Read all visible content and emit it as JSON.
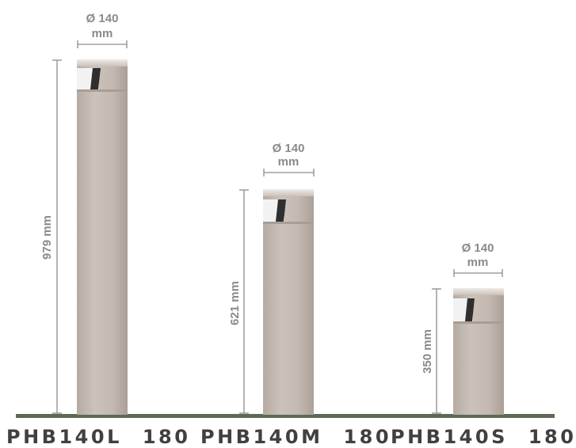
{
  "products": [
    {
      "model": "PHB140L",
      "suffix": "180",
      "diameter_label": "Ø 140",
      "diameter_unit": "mm",
      "height_label": "979 mm",
      "height_mm": 979,
      "diameter_mm": 140
    },
    {
      "model": "PHB140M",
      "suffix": "180",
      "diameter_label": "Ø 140",
      "diameter_unit": "mm",
      "height_label": "621 mm",
      "height_mm": 621,
      "diameter_mm": 140
    },
    {
      "model": "PHB140S",
      "suffix": "180",
      "diameter_label": "Ø 140",
      "diameter_unit": "mm",
      "height_label": "350 mm",
      "height_mm": 350,
      "diameter_mm": 140
    }
  ],
  "colors": {
    "bollard_body": "#c2b8b0",
    "bollard_shade": "#a99f98",
    "ground": "#5c6a55",
    "dimension": "#8c8c8c",
    "label": "#404040"
  }
}
